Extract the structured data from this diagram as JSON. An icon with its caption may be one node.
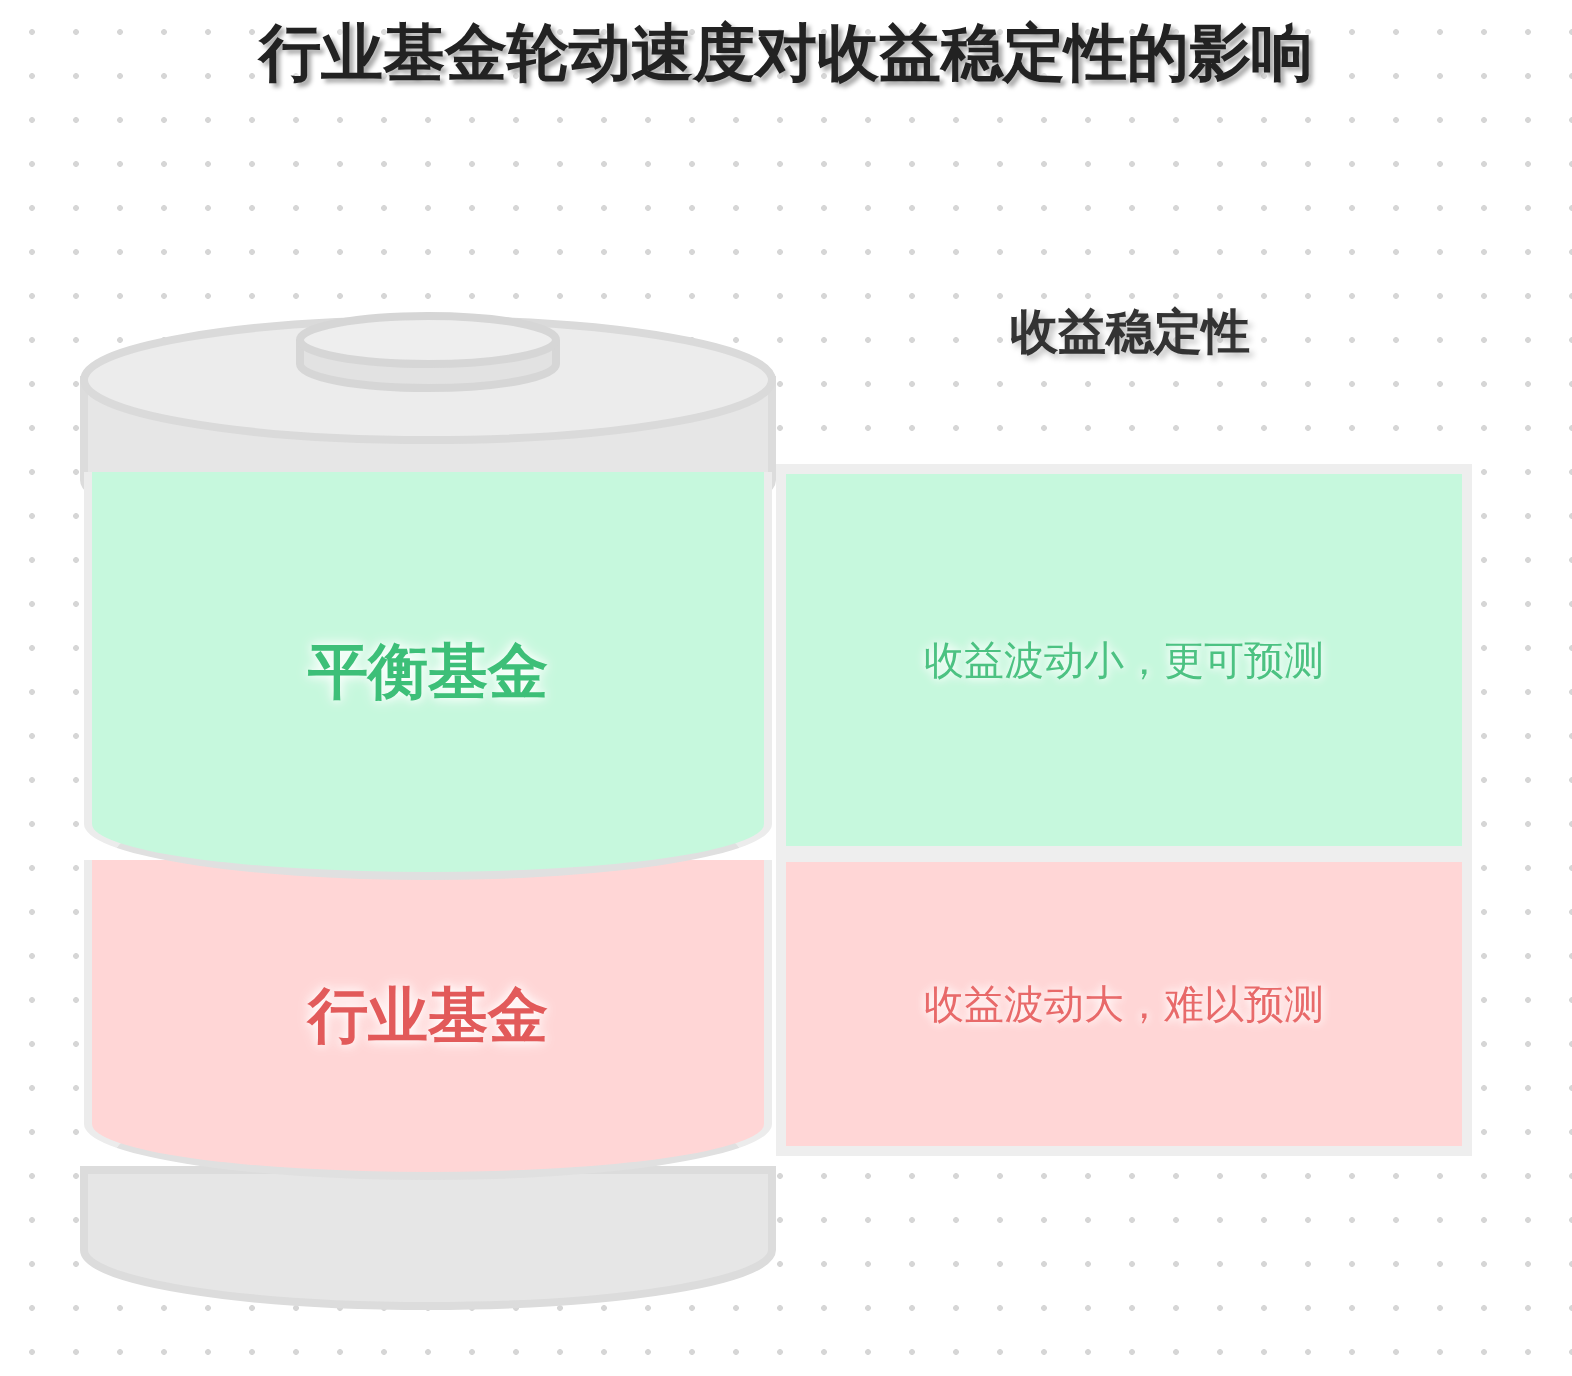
{
  "diagram": {
    "title": "行业基金轮动速度对收益稳定性的影响",
    "nodes": [
      {
        "text": [
          "平衡基金"
        ]
      },
      {
        "text": [
          "行业基金"
        ]
      },
      {
        "text": [
          "收益波动小，更可预测"
        ]
      },
      {
        "text": [
          "收益波动大，难以预测"
        ]
      }
    ],
    "labels": [
      "收益稳定性"
    ]
  }
}
